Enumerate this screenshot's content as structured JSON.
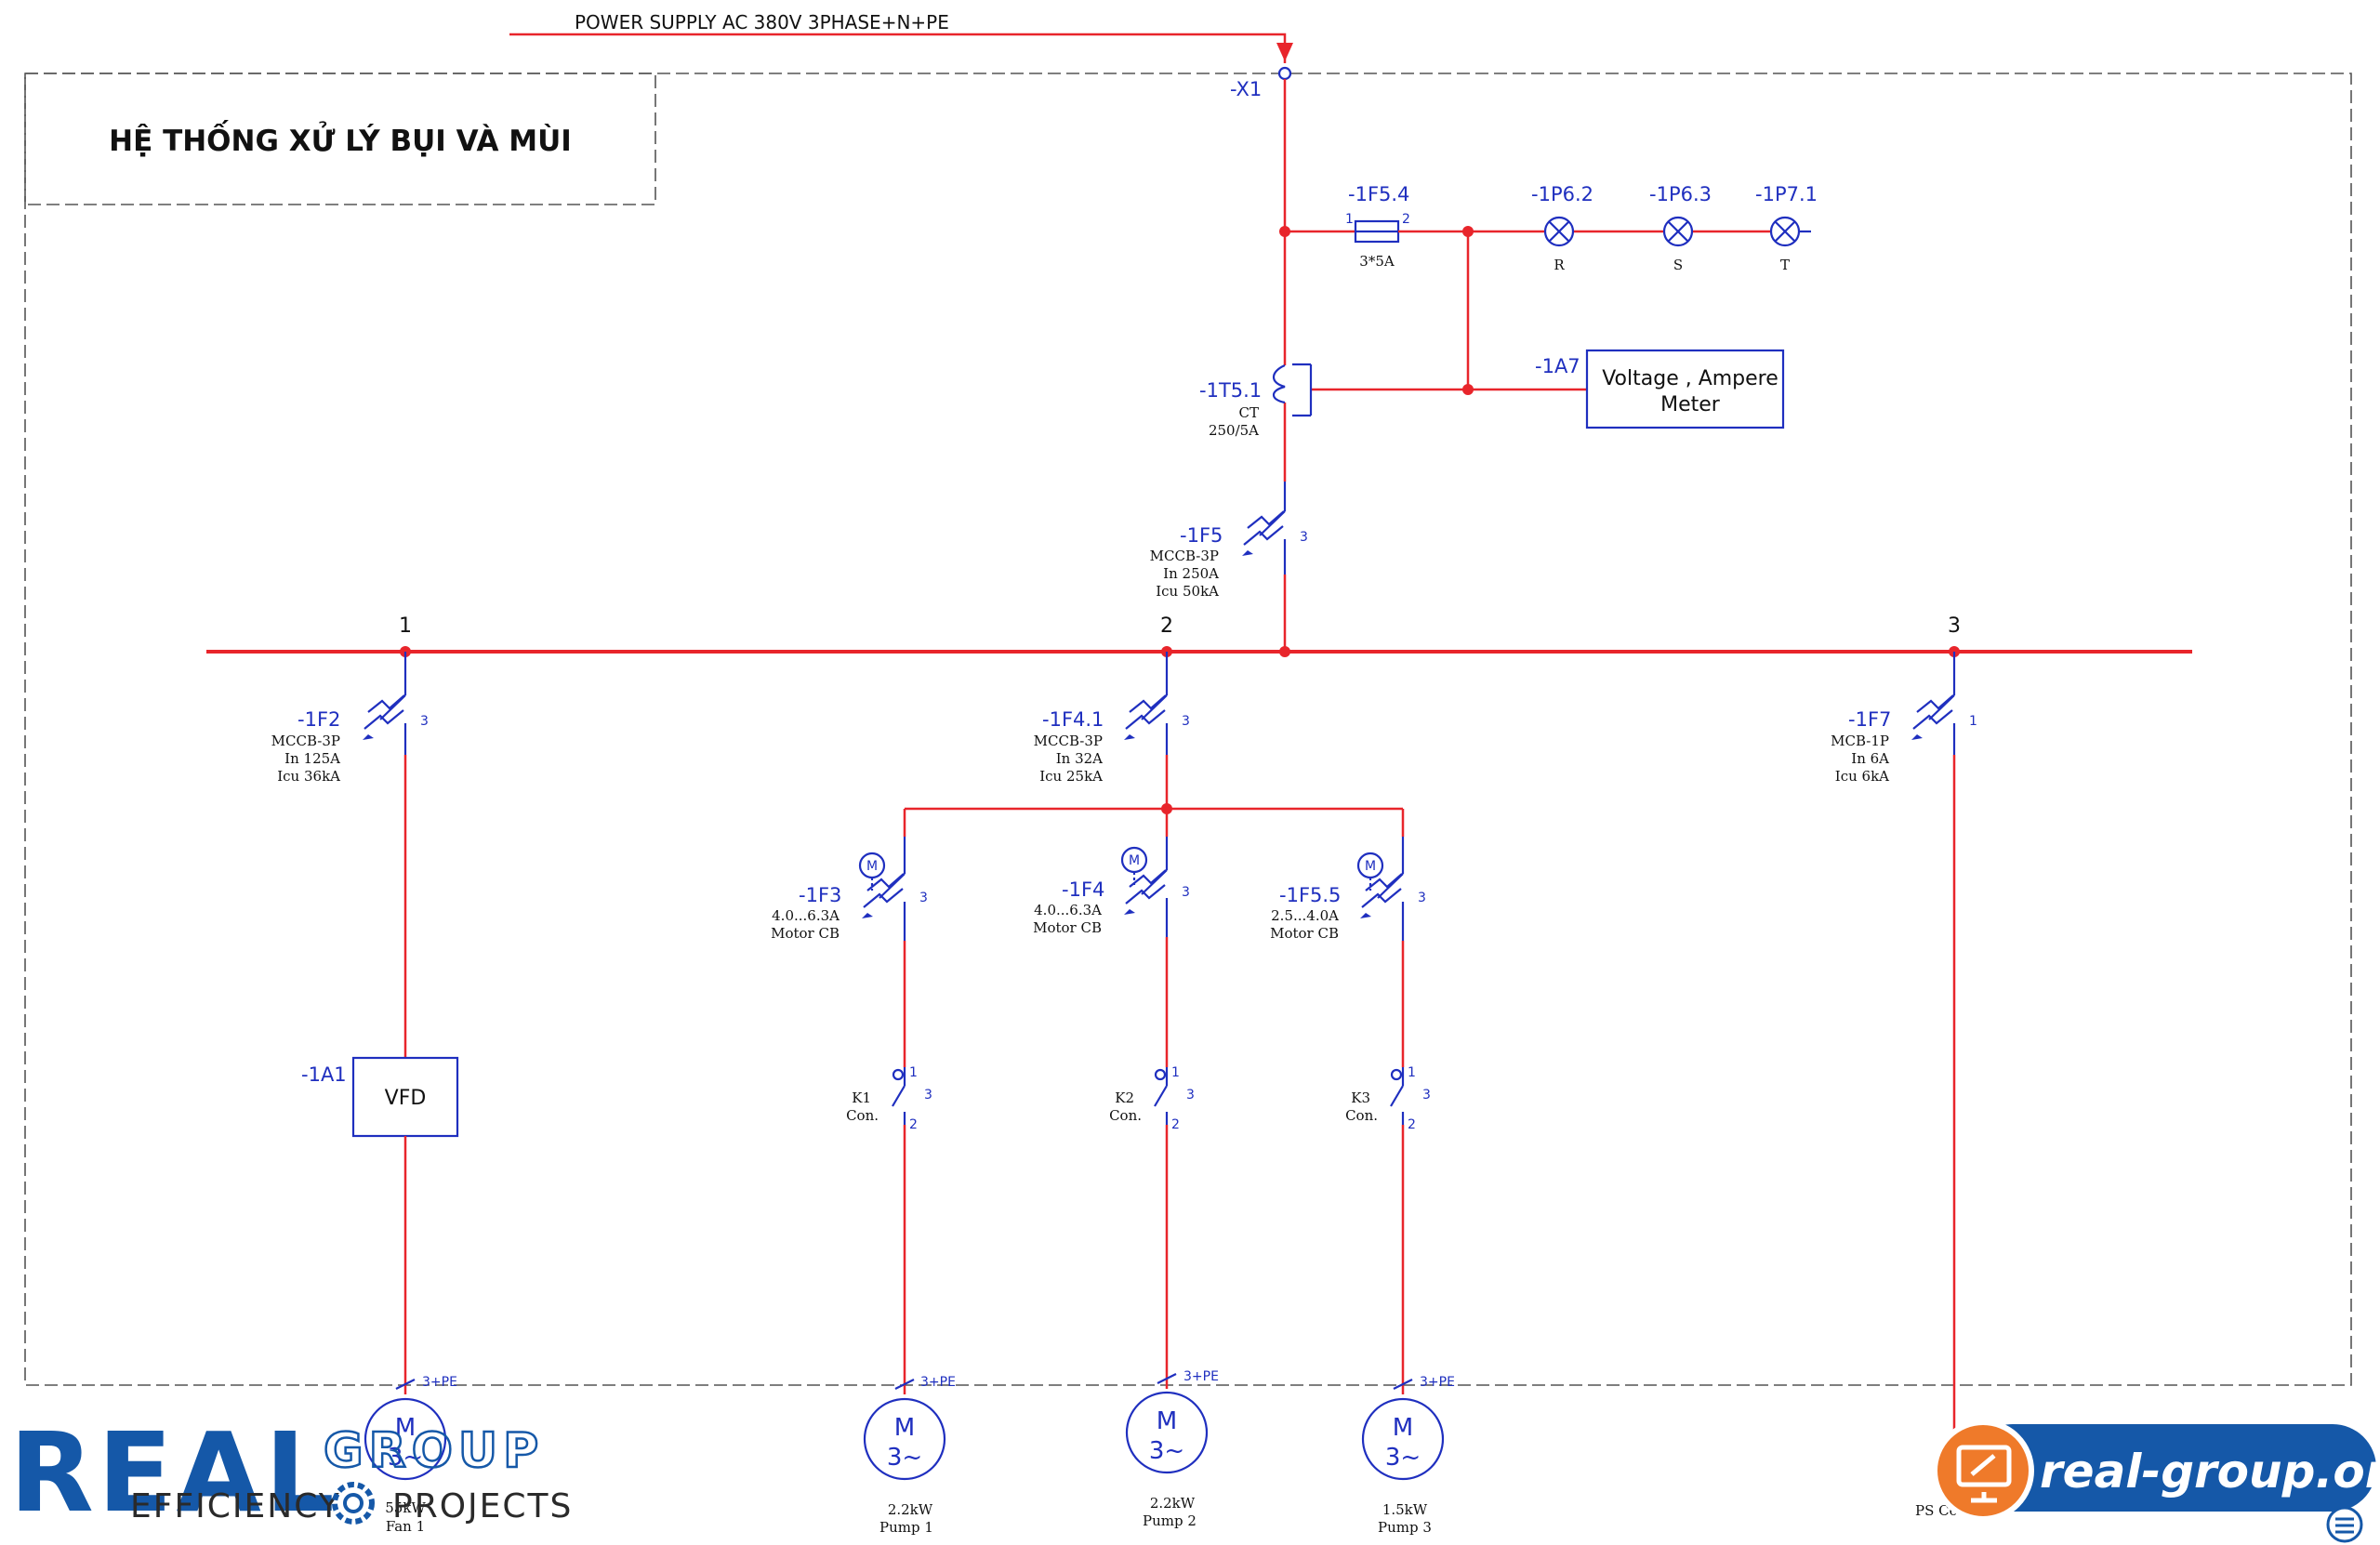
{
  "title": "HỆ THỐNG XỬ LÝ BỤI VÀ MÙI",
  "supply": "POWER SUPPLY AC 380V 3PHASE+N+PE",
  "terminal": "-X1",
  "fuse": {
    "tag": "-1F5.4",
    "rating": "3*5A",
    "pin1": "1",
    "pin2": "2"
  },
  "lamps": [
    {
      "tag": "-1P6.2",
      "phase": "R"
    },
    {
      "tag": "-1P6.3",
      "phase": "S"
    },
    {
      "tag": "-1P7.1",
      "phase": "T"
    }
  ],
  "meter": {
    "tag": "-1A7",
    "line1": "Voltage , Ampere",
    "line2": "Meter"
  },
  "ct": {
    "tag": "-1T5.1",
    "line1": "CT",
    "line2": "250/5A"
  },
  "main_breaker": {
    "tag": "-1F5",
    "line1": "MCCB-3P",
    "line2": "In 250A",
    "line3": "Icu 50kA",
    "poles": "3"
  },
  "busbar_numbers": [
    "1",
    "2",
    "3"
  ],
  "branch1": {
    "breaker": {
      "tag": "-1F2",
      "line1": "MCCB-3P",
      "line2": "In 125A",
      "line3": "Icu 36kA",
      "poles": "3"
    },
    "vfd": {
      "tag": "-1A1",
      "label": "VFD"
    },
    "cable": "3+PE",
    "motor": {
      "top": "M",
      "bottom": "3~",
      "line1": "55kW",
      "line2": "Fan 1"
    }
  },
  "branch2": {
    "breaker": {
      "tag": "-1F4.1",
      "line1": "MCCB-3P",
      "line2": "In 32A",
      "line3": "Icu 25kA",
      "poles": "3"
    }
  },
  "motor_breaker_symbol": "M",
  "contactor_pins": {
    "a": "1",
    "b": "3",
    "c": "2"
  },
  "pumps": [
    {
      "cb_tag": "-1F3",
      "cb_line1": "4.0...6.3A",
      "cb_line2": "Motor CB",
      "poles": "3",
      "k_tag": "K1",
      "k_label": "Con.",
      "cable": "3+PE",
      "m_top": "M",
      "m_bottom": "3~",
      "power": "2.2kW",
      "name": "Pump 1"
    },
    {
      "cb_tag": "-1F4",
      "cb_line1": "4.0...6.3A",
      "cb_line2": "Motor CB",
      "poles": "3",
      "k_tag": "K2",
      "k_label": "Con.",
      "cable": "3+PE",
      "m_top": "M",
      "m_bottom": "3~",
      "power": "2.2kW",
      "name": "Pump 2"
    },
    {
      "cb_tag": "-1F5.5",
      "cb_line1": "2.5...4.0A",
      "cb_line2": "Motor CB",
      "poles": "3",
      "k_tag": "K3",
      "k_label": "Con.",
      "cable": "3+PE",
      "m_top": "M",
      "m_bottom": "3~",
      "power": "1.5kW",
      "name": "Pump 3"
    }
  ],
  "branch3": {
    "breaker": {
      "tag": "-1F7",
      "line1": "MCB-1P",
      "line2": "In 6A",
      "line3": "Icu 6kA",
      "poles": "1"
    },
    "load": "PS Con"
  },
  "logo": {
    "brand": "REAL",
    "group": "GROUP",
    "left_word": "EFFICIENCY",
    "right_word": "PROJECTS"
  },
  "badge": {
    "text": "real-group.org"
  },
  "colors": {
    "wire": "#e8252b",
    "symbol": "#1f2fbf",
    "logo": "#1558a8",
    "badge": "#1558a8",
    "badge_icon": "#ef7a2a"
  }
}
